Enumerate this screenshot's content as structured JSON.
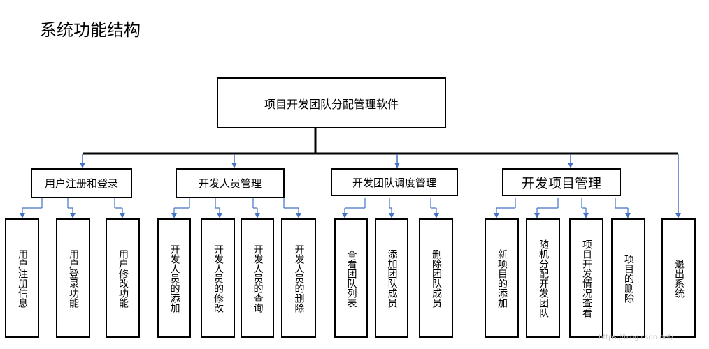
{
  "title": "系统功能结构",
  "root": "项目开发团队分配管理软件",
  "categories": [
    {
      "label": "用户注册和登录",
      "children": [
        "用户注册信息",
        "用户登录功能",
        "用户修改功能"
      ]
    },
    {
      "label": "开发人员管理",
      "children": [
        "开发人员的添加",
        "开发人员的修改",
        "开发人员的查询",
        "开发人员的删除"
      ]
    },
    {
      "label": "开发团队调度管理",
      "children": [
        "查看团队列表",
        "添加团队成员",
        "删除团队成员"
      ]
    },
    {
      "label": "开发项目管理",
      "children": [
        "新项目的添加",
        "随机分配开发团队",
        "项目开发情况查看",
        "项目的删除"
      ]
    }
  ],
  "standalone": "退出系统",
  "watermark": "https://blog.csdn.net/...",
  "colors": {
    "box_border": "#000000",
    "connector": "#000000",
    "arrow": "#4472c4"
  }
}
